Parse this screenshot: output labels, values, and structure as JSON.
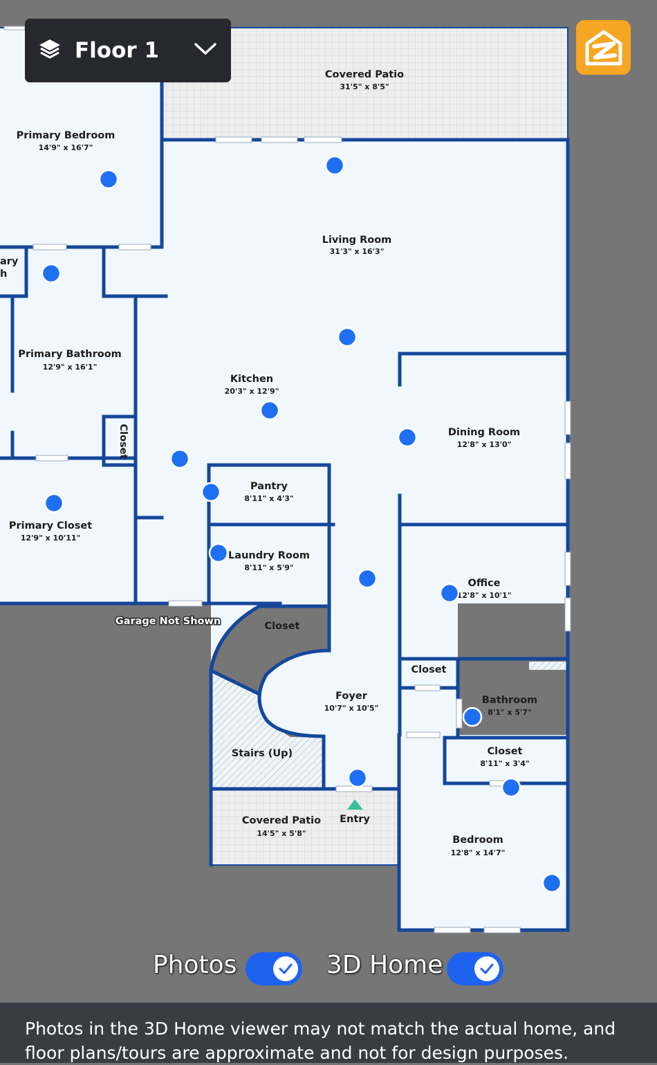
{
  "floor_selector": {
    "label": "Floor 1",
    "icon": "layers-icon",
    "chevron": "chevron-down-icon"
  },
  "brand": {
    "icon": "zillow-logo-icon",
    "color": "#f5a623"
  },
  "rooms": {
    "covered_patio_top": {
      "name": "Covered Patio",
      "dims": "31'5\" x 8'5\""
    },
    "primary_bedroom": {
      "name": "Primary Bedroom",
      "dims": "14'9\" x 16'7\""
    },
    "living_room": {
      "name": "Living Room",
      "dims": "31'3\" x 16'3\""
    },
    "partial_label_line1": "ary",
    "partial_label_line2": "h",
    "primary_bathroom": {
      "name": "Primary Bathroom",
      "dims": "12'9\" x 16'1\""
    },
    "kitchen": {
      "name": "Kitchen",
      "dims": "20'3\" x 12'9\""
    },
    "closet_vertical": {
      "name": "Closet"
    },
    "dining_room": {
      "name": "Dining Room",
      "dims": "12'8\" x 13'0\""
    },
    "pantry": {
      "name": "Pantry",
      "dims": "8'11\" x 4'3\""
    },
    "primary_closet": {
      "name": "Primary Closet",
      "dims": "12'9\" x 10'11\""
    },
    "laundry_room": {
      "name": "Laundry Room",
      "dims": "8'11\" x 5'9\""
    },
    "office": {
      "name": "Office",
      "dims": "12'8\" x 10'1\""
    },
    "garage_note": "Garage Not Shown",
    "closet_foyer": {
      "name": "Closet"
    },
    "closet_office": {
      "name": "Closet"
    },
    "foyer": {
      "name": "Foyer",
      "dims": "10'7\" x 10'5\""
    },
    "bathroom": {
      "name": "Bathroom",
      "dims": "8'1\" x 5'7\""
    },
    "stairs": {
      "name": "Stairs (Up)"
    },
    "closet_bedroom": {
      "name": "Closet",
      "dims": "8'11\" x 3'4\""
    },
    "covered_patio_bottom": {
      "name": "Covered Patio",
      "dims": "14'5\" x 5'8\""
    },
    "entry": {
      "name": "Entry"
    },
    "bedroom": {
      "name": "Bedroom",
      "dims": "12'8\" x 14'7\""
    }
  },
  "toggles": {
    "photos": {
      "label": "Photos",
      "on": true,
      "icon": "check-icon"
    },
    "home3d": {
      "label": "3D Home",
      "on": true,
      "icon": "check-icon"
    }
  },
  "disclaimer": {
    "line1": "Photos in the 3D Home viewer may not match the actual home, and",
    "line2": "floor plans/tours are approximate and not for design purposes."
  },
  "colors": {
    "wall": "#14479a",
    "floor": "#f0f8fd",
    "background": "#767676",
    "accent": "#1e63f0",
    "entry_marker": "#3dbf9b"
  }
}
